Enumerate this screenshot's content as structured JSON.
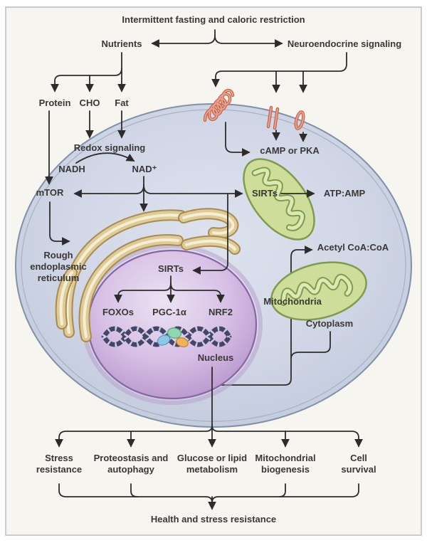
{
  "figure": {
    "title": "Intermittent fasting and caloric restriction",
    "bottom_conclusion": "Health and stress resistance"
  },
  "nodes": {
    "nutrients": "Nutrients",
    "neuroendocrine": "Neuroendocrine signaling",
    "protein": "Protein",
    "cho": "CHO",
    "fat": "Fat",
    "redox": "Redox signaling",
    "nadh": "NADH",
    "nad_plus": "NAD⁺",
    "mtor": "mTOR",
    "camp_pka": "cAMP or PKA",
    "sirts_cytoplasm": "SIRTs",
    "atp_amp": "ATP:AMP",
    "rough_er": "Rough endoplasmic reticulum",
    "sirts_nucleus": "SIRTs",
    "foxos": "FOXOs",
    "pgc1a": "PGC-1α",
    "nrf2": "NRF2",
    "nucleus": "Nucleus",
    "acetyl_coa": "Acetyl CoA:CoA",
    "mitochondria": "Mitochondria",
    "cytoplasm": "Cytoplasm"
  },
  "outcomes": [
    "Stress resistance",
    "Proteostasis and autophagy",
    "Glucose or lipid metabolism",
    "Mitochondrial biogenesis",
    "Cell survival"
  ],
  "connections": [
    "Intermittent fasting and caloric restriction -> Nutrients",
    "Intermittent fasting and caloric restriction -> Neuroendocrine signaling",
    "Nutrients -> Protein, CHO, Fat",
    "Protein -> mTOR",
    "CHO, Fat -> Redox signaling (NADH -> NAD+)",
    "Neuroendocrine signaling -> membrane receptors -> cAMP or PKA",
    "NAD+ -> mTOR, SIRTs, rough endoplasmic reticulum",
    "SIRTs -> ATP:AMP",
    "SIRTs (nucleus) -> FOXOs, PGC-1α, NRF2",
    "Mitochondria -> Acetyl CoA:CoA",
    "Nucleus -> Stress resistance, Proteostasis and autophagy, Glucose or lipid metabolism, Mitochondrial biogenesis, Cell survival",
    "All outcomes -> Health and stress resistance"
  ],
  "colors": {
    "background_panel": "#f6f5f0",
    "panel_border": "#b9bfc7",
    "line": "#2e2c2b",
    "cell_fill_light": "#dde2ee",
    "cell_fill_dark": "#c2cadc",
    "membrane": "#8190a9",
    "membrane_inner": "#a7b3c6",
    "nucleus_fill": "#d7c0e5",
    "nucleus_border": "#8a64a4",
    "er_fill": "#decb96",
    "er_border": "#a98b52",
    "mitochondria_fill": "#cede9a",
    "mitochondria_border": "#7f9c4e",
    "receptor": "#c2654e",
    "receptor_light": "#ee9f87",
    "dna_strand": "#45456a",
    "tf_blue": "#8cc8e8",
    "tf_green": "#8fd8ae",
    "tf_orange": "#f2b25c",
    "text": "#3a3836"
  }
}
